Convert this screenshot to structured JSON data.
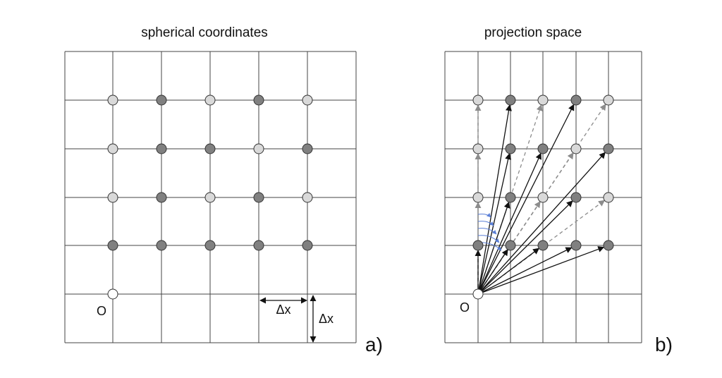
{
  "colors": {
    "light_point": "#d9d9d9",
    "dark_point": "#808080",
    "origin_point": "#ffffff",
    "solid_arrow": "#111111",
    "dashed_arrow": "#8c8c8c",
    "blue_arrow": "#5b7fd6",
    "grid": "#444444"
  },
  "panel_a": {
    "title": "spherical coordinates",
    "origin_label": "O",
    "dx_horizontal_label": "Δx",
    "dx_vertical_label": "Δx",
    "panel_label": "a)",
    "grid": {
      "columns": 6,
      "rows": 6
    },
    "points": [
      [
        "light",
        "dark",
        "light",
        "dark",
        "light"
      ],
      [
        "light",
        "dark",
        "dark",
        "light",
        "dark"
      ],
      [
        "light",
        "dark",
        "light",
        "dark",
        "light"
      ],
      [
        "dark",
        "dark",
        "dark",
        "dark",
        "dark"
      ]
    ]
  },
  "panel_b": {
    "title": "projection space",
    "origin_label": "O",
    "panel_label": "b)",
    "grid": {
      "columns": 6,
      "rows": 6
    },
    "points": [
      [
        "light",
        "dark",
        "light",
        "dark",
        "light"
      ],
      [
        "light",
        "dark",
        "dark",
        "light",
        "dark"
      ],
      [
        "light",
        "dark",
        "light",
        "dark",
        "light"
      ],
      [
        "dark",
        "dark",
        "dark",
        "dark",
        "dark"
      ]
    ]
  }
}
